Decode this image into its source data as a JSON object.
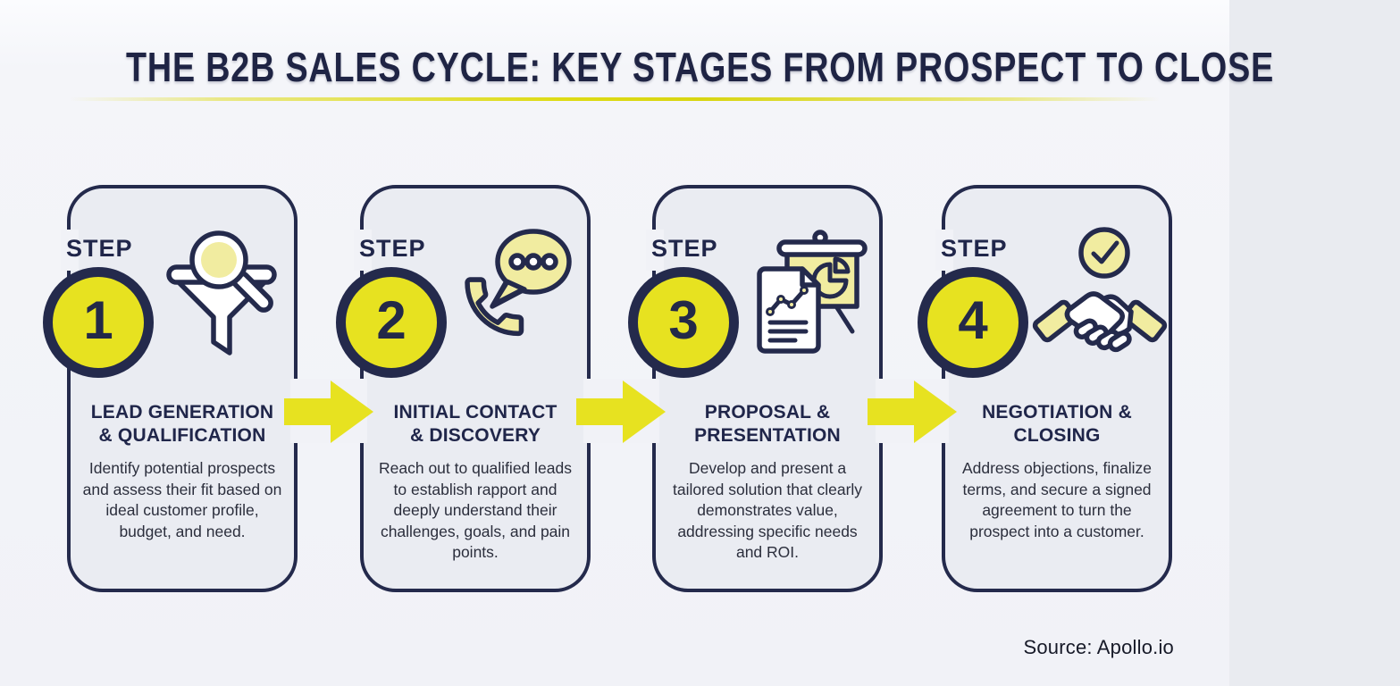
{
  "page": {
    "title": "THE B2B SALES CYCLE: KEY STAGES FROM PROSPECT TO CLOSE",
    "step_label": "STEP",
    "source": "Source: Apollo.io"
  },
  "colors": {
    "navy": "#242a4c",
    "bright_yellow": "#e7e220",
    "pale_yellow": "#f1eca0",
    "card_bg": "#eaecf2",
    "page_bg": "#f1f2f7"
  },
  "steps": [
    {
      "number": "1",
      "icon": "funnel-magnifier-icon",
      "title_line1": "LEAD GENERATION",
      "title_line2": "& QUALIFICATION",
      "description": "Identify potential prospects and assess their fit based on ideal customer profile, budget, and need."
    },
    {
      "number": "2",
      "icon": "phone-chat-icon",
      "title_line1": "INITIAL CONTACT",
      "title_line2": "& DISCOVERY",
      "description": "Reach out to qualified leads to establish rapport and deeply understand their challenges, goals, and pain points."
    },
    {
      "number": "3",
      "icon": "presentation-chart-icon",
      "title_line1": "PROPOSAL &",
      "title_line2": "PRESENTATION",
      "description": "Develop and present a tailored solution that clearly demonstrates value, addressing specific needs and ROI."
    },
    {
      "number": "4",
      "icon": "handshake-check-icon",
      "title_line1": "NEGOTIATION &",
      "title_line2": "CLOSING",
      "description": "Address objections, finalize terms, and secure a signed agreement to turn the prospect into a customer."
    }
  ]
}
